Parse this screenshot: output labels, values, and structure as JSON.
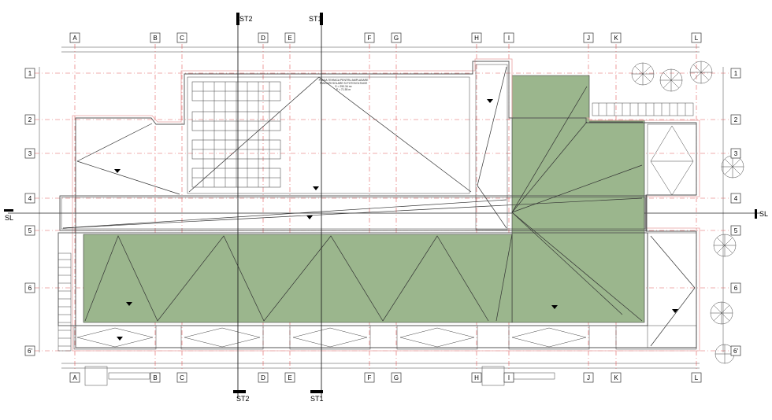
{
  "drawing": {
    "axes_columns": [
      "A",
      "B",
      "C",
      "D",
      "E",
      "F",
      "G",
      "H",
      "I",
      "J",
      "K",
      "L"
    ],
    "axes_rows": [
      "1",
      "2",
      "3",
      "4",
      "5",
      "6",
      "6'"
    ],
    "section_marks": {
      "st1_label": "ST1",
      "st2_label": "ST2",
      "sl_label": "SL"
    },
    "roof_note": {
      "line1": "PLASA TEHNICA PENTRU AMPLASARE",
      "line2": "PANOURI SOLARE SI FOTOVOLTAICE",
      "line3": "S = 290.34 m²",
      "line4": "P = 71.55 m"
    },
    "colors": {
      "green_roof": "#9bb68d",
      "grid_line": "#e05a5a",
      "wall_outline": "#e8a0a0"
    }
  }
}
